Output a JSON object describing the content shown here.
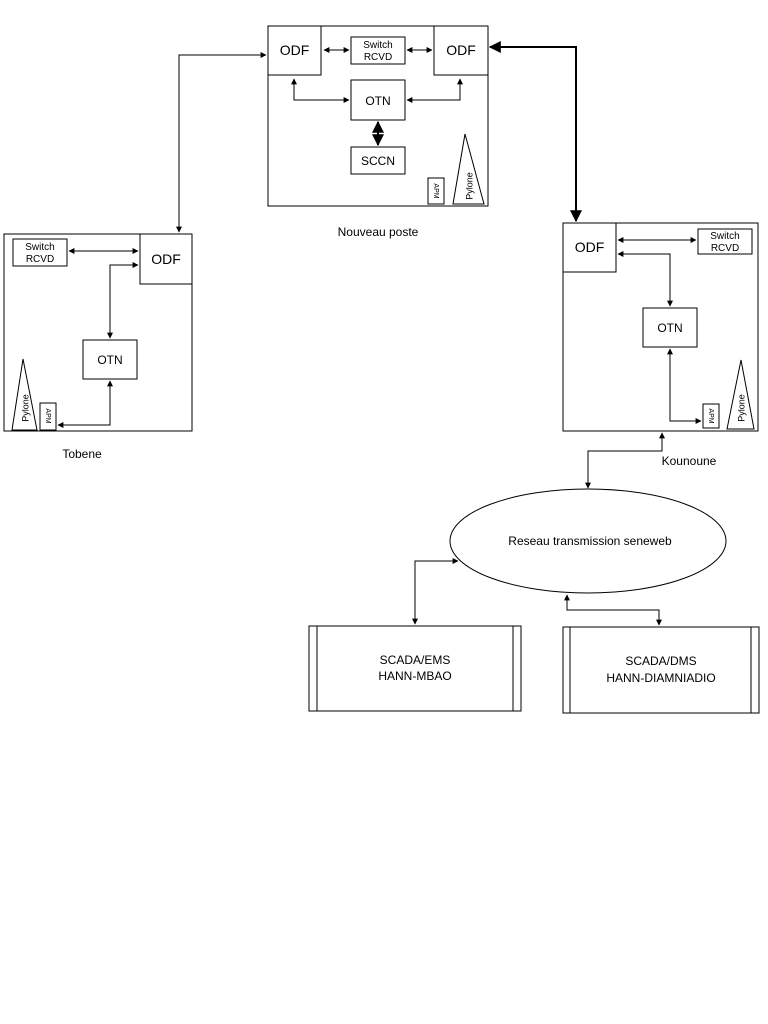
{
  "stations": {
    "nouveau": {
      "caption": "Nouveau poste",
      "odf_left": "ODF",
      "odf_right": "ODF",
      "switch_line1": "Switch",
      "switch_line2": "RCVD",
      "otn": "OTN",
      "sccn": "SCCN",
      "apm": "APM",
      "pylone": "Pylone"
    },
    "tobene": {
      "caption": "Tobene",
      "odf": "ODF",
      "switch_line1": "Switch",
      "switch_line2": "RCVD",
      "otn": "OTN",
      "apm": "APM",
      "pylone": "Pylone"
    },
    "kounoune": {
      "caption": "Kounoune",
      "odf": "ODF",
      "switch_line1": "Switch",
      "switch_line2": "RCVD",
      "otn": "OTN",
      "apm": "APM",
      "pylone": "Pylone"
    }
  },
  "network": {
    "label": "Reseau transmission seneweb"
  },
  "scada_ems": {
    "line1": "SCADA/EMS",
    "line2": "HANN-MBAO"
  },
  "scada_dms": {
    "line1": "SCADA/DMS",
    "line2": "HANN-DIAMNIADIO"
  }
}
